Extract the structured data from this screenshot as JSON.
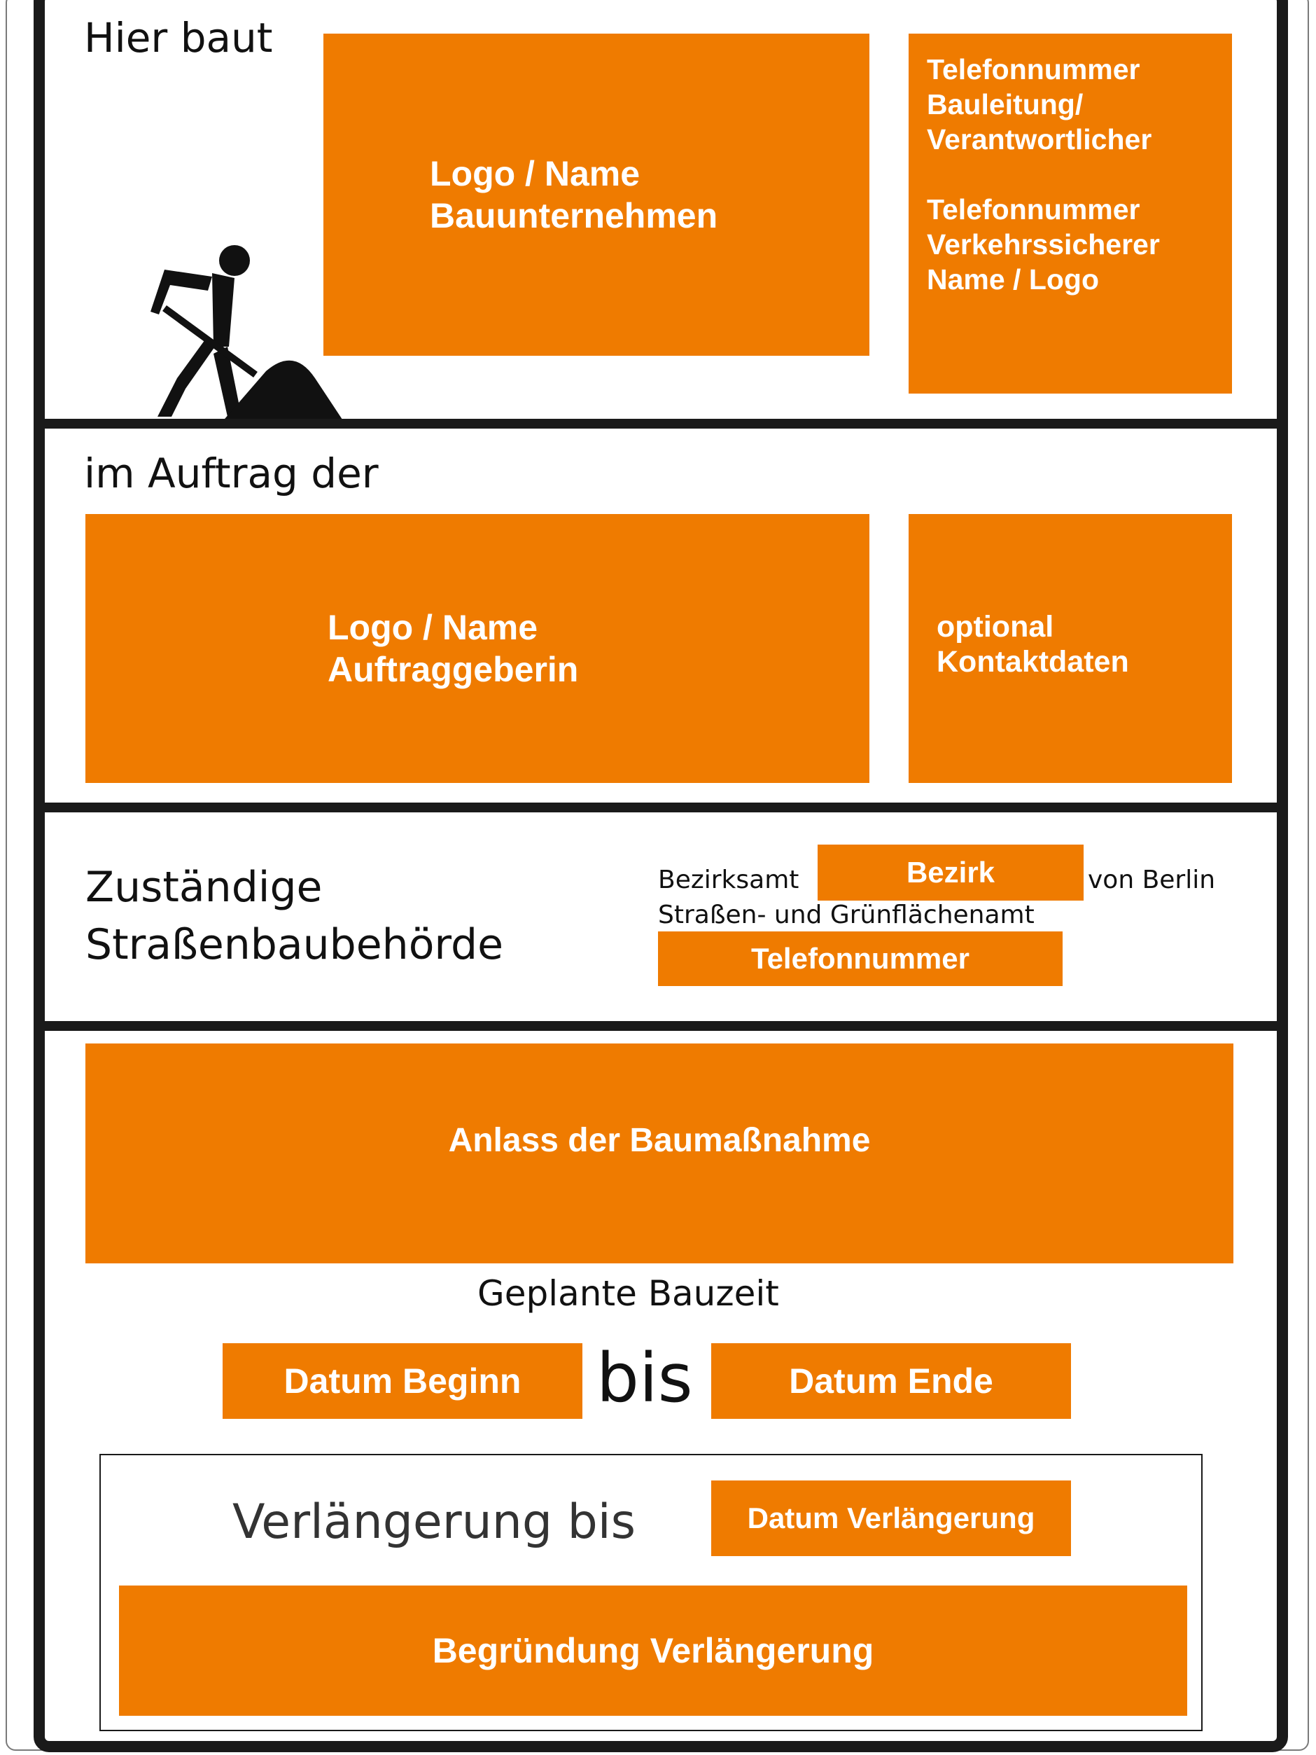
{
  "section_builder": {
    "heading": "Hier baut",
    "builder_box": "Logo / Name\nBauunternehmen",
    "contact_box": "Telefonnummer\nBauleitung/\nVerantwortlicher\n\nTelefonnummer\nVerkehrssicherer\nName / Logo"
  },
  "section_client": {
    "heading": "im Auftrag der",
    "client_box": "Logo / Name\nAuftraggeberin",
    "contact_box": "optional\nKontaktdaten"
  },
  "section_authority": {
    "heading": "Zuständige\nStraßenbaubehörde",
    "bezirksamt": "Bezirksamt",
    "bezirk": "Bezirk",
    "von_berlin": "von Berlin",
    "amt": "Straßen- und Grünflächenamt",
    "telefon": "Telefonnummer"
  },
  "section_project": {
    "reason": "Anlass der Baumaßnahme",
    "planned": "Geplante Bauzeit",
    "start": "Datum Beginn",
    "bis": "bis",
    "end": "Datum Ende",
    "extension_label": "Verlängerung bis",
    "extension_date": "Datum Verlängerung",
    "extension_reason": "Begründung Verlängerung"
  },
  "colors": {
    "accent": "#ef7b00",
    "frame": "#1a1a1a",
    "background": "#ffffff"
  },
  "icons": [
    "construction-worker-icon"
  ]
}
